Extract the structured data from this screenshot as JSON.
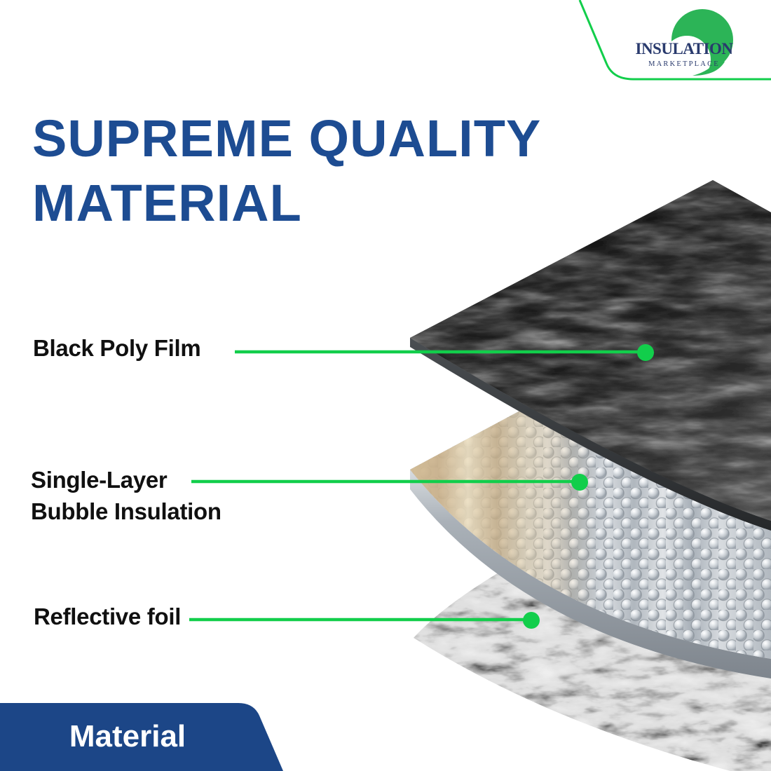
{
  "logo": {
    "title": "INSULATION",
    "subtitle": "MARKETPLACE"
  },
  "title": {
    "line1": "SUPREME QUALITY",
    "line2": "MATERIAL"
  },
  "callouts": [
    {
      "label": "Black Poly Film"
    },
    {
      "line1": "Single-Layer",
      "line2": "Bubble Insulation"
    },
    {
      "label": "Reflective foil"
    }
  ],
  "badge": {
    "label": "Material"
  },
  "colors": {
    "background": "#FFFFFF",
    "title_blue": "#1D4C92",
    "badge_blue": "#1C4687",
    "callout_green": "#12CE4B",
    "logo_green": "#2CB457",
    "logo_navy": "#293A6D",
    "label_black": "#101010"
  }
}
